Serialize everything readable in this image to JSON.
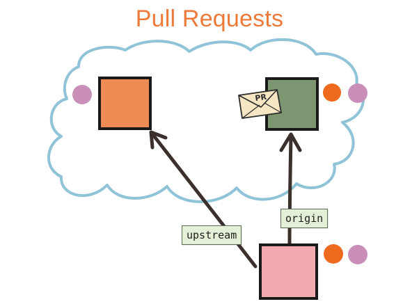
{
  "title": "Pull Requests",
  "labels": {
    "upstream": "upstream",
    "origin": "origin",
    "envelope": "PR"
  },
  "colors": {
    "title": "#ee7a3a",
    "cloud_outline": "#8fc3d8",
    "upstream_repo": "#ee8c55",
    "origin_repo": "#7b9670",
    "local_repo": "#f0aab0",
    "orange_dot": "#ee6a1e",
    "purple_dot": "#c98fb8",
    "arrow": "#3b302c",
    "label_bg": "#e3efd6"
  }
}
